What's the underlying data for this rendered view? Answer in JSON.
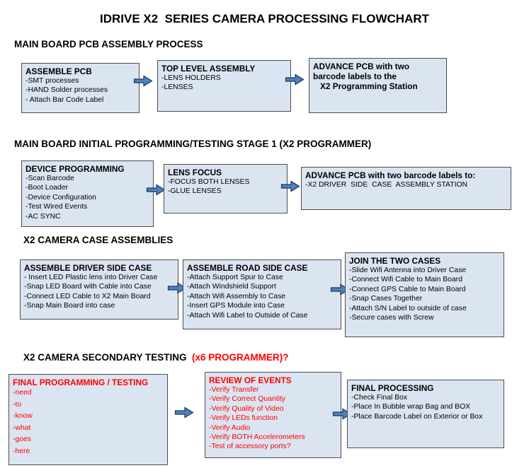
{
  "title": "IDRIVE X2  SERIES CAMERA PROCESSING FLOWCHART",
  "colors": {
    "box_fill": "#dbe5f1",
    "box_border": "#4d4d4d",
    "arrow_fill": "#4f81bd",
    "arrow_outline": "#17375e",
    "alert_text": "#ff0000",
    "body_text": "#000000"
  },
  "icons": {
    "flow_arrow": "right-block-arrow"
  },
  "sections": [
    {
      "heading": "MAIN BOARD PCB ASSEMBLY PROCESS",
      "boxes": [
        {
          "title": "ASSEMBLE PCB",
          "items": [
            "-SMT processes",
            "-HAND Solder processes",
            "- Attach Bar Code Label"
          ]
        },
        {
          "title": "TOP LEVEL ASSEMBLY",
          "items": [
            "-LENS HOLDERS",
            "-LENSES"
          ]
        },
        {
          "title_lines": [
            "ADVANCE PCB with two barcode labels to the",
            "X2 Programming Station"
          ],
          "items": []
        }
      ]
    },
    {
      "heading": "MAIN BOARD INITIAL PROGRAMMING/TESTING STAGE 1 (X2 PROGRAMMER)",
      "boxes": [
        {
          "title": "DEVICE PROGRAMMING",
          "items": [
            "-Scan Barcode",
            "-Boot Loader",
            "-Device Configuration",
            "-Test Wired Events",
            "-AC SYNC"
          ]
        },
        {
          "title": "LENS FOCUS",
          "items": [
            "-FOCUS BOTH LENSES",
            "-GLUE LENSES"
          ]
        },
        {
          "title": "ADVANCE PCB with two barcode labels to:",
          "items": [
            "-X2 DRIVER  SIDE  CASE  ASSEMBLY STATION"
          ]
        }
      ]
    },
    {
      "heading": "X2 CAMERA CASE ASSEMBLIES",
      "boxes": [
        {
          "title": "ASSEMBLE DRIVER SIDE CASE",
          "items": [
            "- Insert LED Plastic lens into Driver Case",
            "-Snap LED Board with Cable into Case",
            "-Connect LED Cable to X2 Main Board",
            "-Snap Main Board into case"
          ]
        },
        {
          "title": "ASSEMBLE ROAD SIDE CASE",
          "items": [
            "-Attach Support Spur to Case",
            "-Attach Windshield Support",
            "-Attach Wifi Assembly to Case",
            "-Insert GPS Module into Case",
            "-Attach Wifi Label to Outside of Case"
          ]
        },
        {
          "title": "JOIN THE TWO CASES",
          "items": [
            "-Slide Wifi Antenna into Driver Case",
            "-Connect Wifi Cable to Main Board",
            "-Connect GPS Cable to Main Board",
            "-Snap Cases Together",
            "-Attach S/N Label to outside of case",
            "-Secure cases with Screw"
          ]
        }
      ]
    },
    {
      "heading": "X2 CAMERA SECONDARY TESTING ",
      "heading_suffix": " (x6 PROGRAMMER)?",
      "boxes": [
        {
          "title": "FINAL PROGRAMMING / TESTING",
          "items": [
            "-need",
            "-to",
            "-know",
            "-what",
            "-goes",
            "-here"
          ]
        },
        {
          "title": "REVIEW OF EVENTS",
          "items": [
            "-Verify Transfer",
            "-Verify Correct Quantity",
            "-Verify Quality of Video",
            "-Verify LEDs function",
            "-Verify Audio",
            "-Verify BOTH Accelerometers",
            "-Test of accessory ports?"
          ]
        },
        {
          "title": "FINAL PROCESSING",
          "items": [
            "-Check Final Box",
            "-Place In Bubble wrap Bag and BOX",
            "-Place Barcode Label on Exterior or Box"
          ]
        }
      ]
    }
  ]
}
